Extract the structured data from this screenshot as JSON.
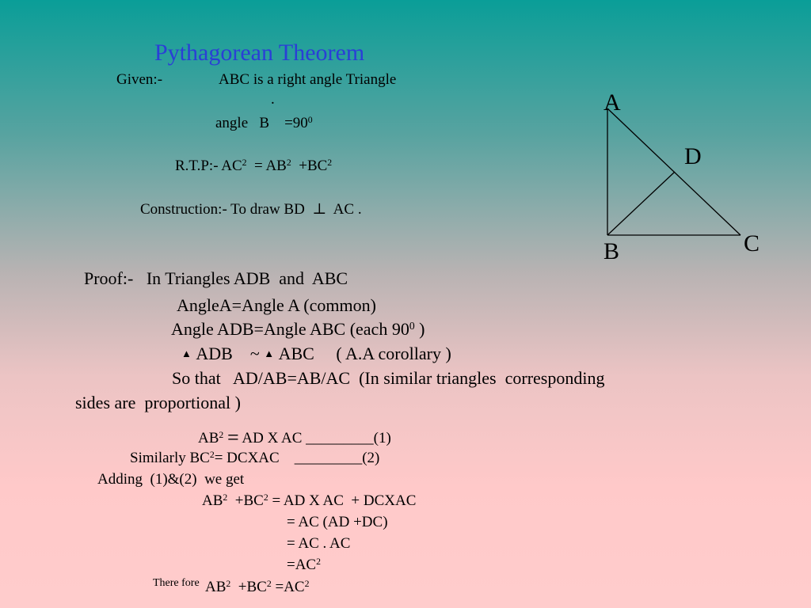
{
  "title": "Pythagorean Theorem",
  "given_label": "Given:-",
  "given_text": "ABC is a right angle Triangle",
  "given_dot": ".",
  "angle_prefix": "angle   B    =90",
  "angle_sup": "0",
  "rtp_label": "R.T.P:- AC",
  "rtp_eq": "=  AB",
  "rtp_plus": "+BC",
  "sup2": "2",
  "construction_text": "Construction:- To draw  BD",
  "construction_perp": "⊥",
  "construction_end": "AC .",
  "figure": {
    "label_a": "A",
    "label_b": "B",
    "label_c": "C",
    "label_d": "D"
  },
  "proof": {
    "intro": "Proof:-   In Triangles ADB  and  ABC",
    "line1": "AngleA=Angle A  (common)",
    "line2_pre": "Angle ADB=Angle ABC  (each 90",
    "line2_sup": "0",
    "line2_post": " )",
    "tri_symbol": "▲",
    "line3_a": "ADB",
    "line3_sim": "~",
    "line3_b": "ABC",
    "line3_c": "( A.A   corollary  )",
    "line4": "So that   AD/AB=AB/AC  (In similar triangles  corresponding",
    "line5": "sides are  proportional )"
  },
  "steps": {
    "s1_pre": "AB",
    "s1_eq": "=",
    "s1_post": "AD X AC _________(1)",
    "s2_pre": "Similarly BC",
    "s2_post": "= DCXAC    _________(2)",
    "s3": "Adding  (1)&(2)  we get",
    "s4_a": "AB",
    "s4_b": "+BC",
    "s4_c": "= AD X AC  + DCXAC",
    "s5": "= AC (AD +DC)",
    "s6": "= AC . AC",
    "s7_pre": "=AC",
    "therefore": "There fore",
    "final_a": "AB",
    "final_b": "+BC",
    "final_c": "=AC"
  }
}
